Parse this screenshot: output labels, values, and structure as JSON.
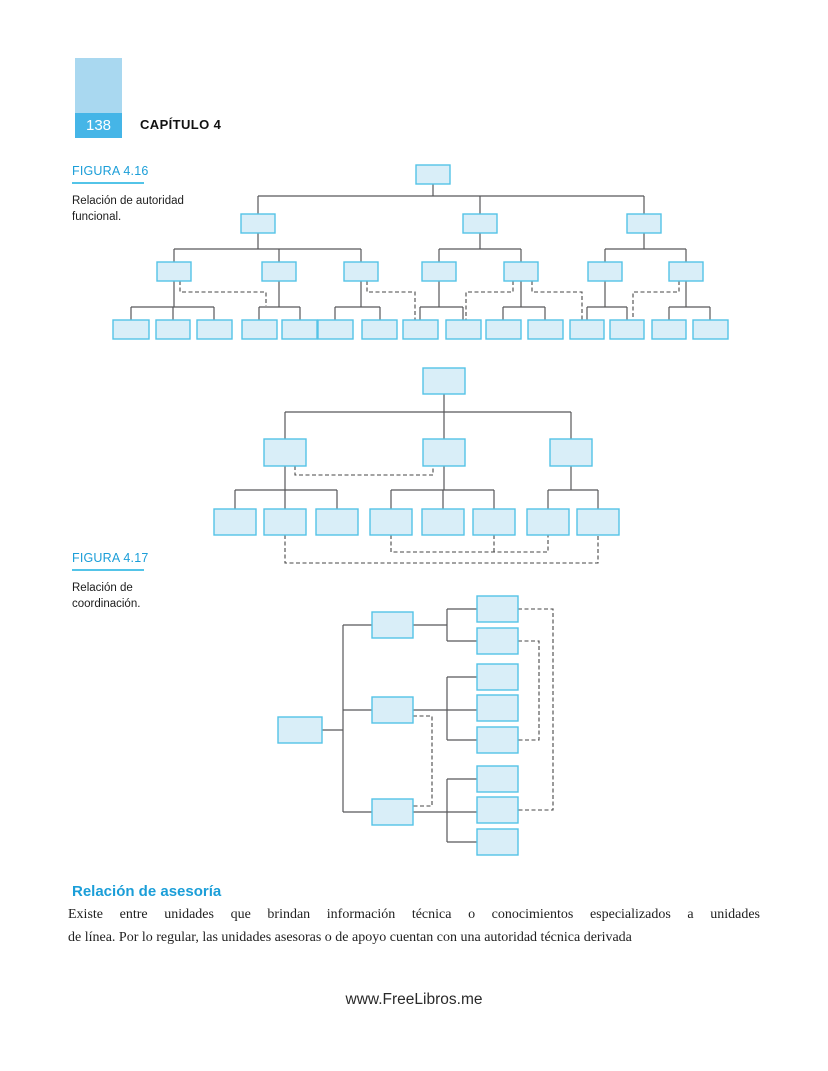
{
  "page_header": {
    "page_number": "138",
    "chapter": "CAPÍTULO 4"
  },
  "figure_416": {
    "label": "FIGURA 4.16",
    "caption": [
      "Relación de autoridad",
      "funcional."
    ]
  },
  "figure_417": {
    "label": "FIGURA 4.17",
    "caption": [
      "Relación de",
      "coordinación."
    ]
  },
  "section": {
    "heading": "Relación de asesoría",
    "paragraph": [
      "Existe entre unidades que brindan información técnica o conocimientos especializados a unidades",
      "de línea. Por lo regular, las unidades asesoras o de apoyo cuentan con una autoridad técnica derivada"
    ]
  },
  "footer": {
    "url": "www.FreeLibros.me"
  },
  "colors": {
    "accent_blue": "#1b9ed8",
    "underline_blue": "#53c4e8",
    "badge_light": "#a9d8f0",
    "badge_dark": "#45b5e7",
    "node_fill": "#d9eef8",
    "node_border": "#54c3e7",
    "line_solid": "#58585a",
    "line_dashed": "#474747"
  },
  "charts": [
    {
      "name": "org-chart-functional-authority-a",
      "description": "4-level organization chart with dashed functional-authority links",
      "boxes": [
        [
          416,
          165,
          34,
          19
        ],
        [
          241,
          214,
          34,
          19
        ],
        [
          463,
          214,
          34,
          19
        ],
        [
          627,
          214,
          34,
          19
        ],
        [
          157,
          262,
          34,
          19
        ],
        [
          262,
          262,
          34,
          19
        ],
        [
          344,
          262,
          34,
          19
        ],
        [
          422,
          262,
          34,
          19
        ],
        [
          504,
          262,
          34,
          19
        ],
        [
          588,
          262,
          34,
          19
        ],
        [
          669,
          262,
          34,
          19
        ],
        [
          113,
          320,
          36,
          19
        ],
        [
          156,
          320,
          34,
          19
        ],
        [
          197,
          320,
          35,
          19
        ],
        [
          242,
          320,
          35,
          19
        ],
        [
          282,
          320,
          35,
          19
        ],
        [
          318,
          320,
          35,
          19
        ],
        [
          362,
          320,
          35,
          19
        ],
        [
          403,
          320,
          35,
          19
        ],
        [
          446,
          320,
          35,
          19
        ],
        [
          486,
          320,
          35,
          19
        ],
        [
          528,
          320,
          35,
          19
        ],
        [
          570,
          320,
          34,
          19
        ],
        [
          610,
          320,
          34,
          19
        ],
        [
          652,
          320,
          34,
          19
        ],
        [
          693,
          320,
          35,
          19
        ]
      ],
      "solid": [
        "M433 184 V196",
        "M258 196 H644",
        "M258 196 V214",
        "M480 196 V214",
        "M644 196 V214",
        "M258 233 V249",
        "M174 249 H361",
        "M174 249 V262",
        "M279 249 V262",
        "M361 249 V262",
        "M480 233 V249",
        "M439 249 H521",
        "M439 249 V262",
        "M521 249 V262",
        "M644 233 V249",
        "M605 249 H686",
        "M605 249 V262",
        "M686 249 V262",
        "M174 281 V307",
        "M131 307 H214",
        "M131 307 V320",
        "M173 307 V320",
        "M214 307 V320",
        "M279 281 V307",
        "M259 307 H300",
        "M259 307 V320",
        "M300 307 V320",
        "M361 281 V307",
        "M335 307 H380",
        "M335 307 V320",
        "M380 307 V320",
        "M439 281 V307",
        "M420 307 H463",
        "M420 307 V320",
        "M463 307 V320",
        "M521 281 V307",
        "M503 307 H545",
        "M503 307 V320",
        "M545 307 V320",
        "M605 281 V307",
        "M587 307 H627",
        "M587 307 V320",
        "M627 307 V320",
        "M686 281 V307",
        "M669 307 H710",
        "M669 307 V320",
        "M710 307 V320"
      ],
      "dashed": [
        "M180 281 V292 H266 V306",
        "M367 281 V292 H415 V320",
        "M513 281 V292 H466 V320",
        "M532 281 V292 H582 V320",
        "M679 281 V292 H633 V320"
      ]
    },
    {
      "name": "org-chart-functional-authority-b",
      "description": "3-level organization chart with dashed functional-authority links",
      "boxes": [
        [
          423,
          368,
          42,
          26
        ],
        [
          264,
          439,
          42,
          27
        ],
        [
          423,
          439,
          42,
          27
        ],
        [
          550,
          439,
          42,
          27
        ],
        [
          214,
          509,
          42,
          26
        ],
        [
          264,
          509,
          42,
          26
        ],
        [
          316,
          509,
          42,
          26
        ],
        [
          370,
          509,
          42,
          26
        ],
        [
          422,
          509,
          42,
          26
        ],
        [
          473,
          509,
          42,
          26
        ],
        [
          527,
          509,
          42,
          26
        ],
        [
          577,
          509,
          42,
          26
        ]
      ],
      "solid": [
        "M444 394 V412",
        "M285 412 H571",
        "M285 412 V439",
        "M444 412 V439",
        "M571 412 V439",
        "M285 466 V490",
        "M235 490 H337",
        "M235 490 V509",
        "M285 490 V509",
        "M337 490 V509",
        "M444 466 V490",
        "M391 490 H494",
        "M391 490 V509",
        "M443 490 V509",
        "M494 490 V509",
        "M571 466 V490",
        "M548 490 H598",
        "M548 490 V509",
        "M598 490 V509"
      ],
      "dashed": [
        "M295 466 V475 H433 V466",
        "M391 535 V552 H548 V535",
        "M494 535 V552",
        "M285 535 V563 H598 V535"
      ]
    },
    {
      "name": "org-chart-coordination",
      "description": "Horizontal tree with dashed coordination links",
      "boxes": [
        [
          278,
          717,
          44,
          26
        ],
        [
          372,
          612,
          41,
          26
        ],
        [
          372,
          697,
          41,
          26
        ],
        [
          372,
          799,
          41,
          26
        ],
        [
          477,
          596,
          41,
          26
        ],
        [
          477,
          628,
          41,
          26
        ],
        [
          477,
          664,
          41,
          26
        ],
        [
          477,
          695,
          41,
          26
        ],
        [
          477,
          727,
          41,
          26
        ],
        [
          477,
          766,
          41,
          26
        ],
        [
          477,
          797,
          41,
          26
        ],
        [
          477,
          829,
          41,
          26
        ]
      ],
      "solid": [
        "M322 730 H343",
        "M343 625 V812",
        "M343 625 H372",
        "M343 710 H372",
        "M343 812 H372",
        "M413 625 H447",
        "M447 609 V641",
        "M447 609 H477",
        "M447 641 H477",
        "M413 710 H477",
        "M447 677 V740",
        "M447 677 H477",
        "M447 740 H477",
        "M413 812 H477",
        "M447 779 V842",
        "M447 779 H477",
        "M447 842 H477"
      ],
      "dashed": [
        "M518 609 H553 V810 H518",
        "M518 641 H539 V740 H518",
        "M413 716 H432 V806 H413"
      ]
    }
  ]
}
